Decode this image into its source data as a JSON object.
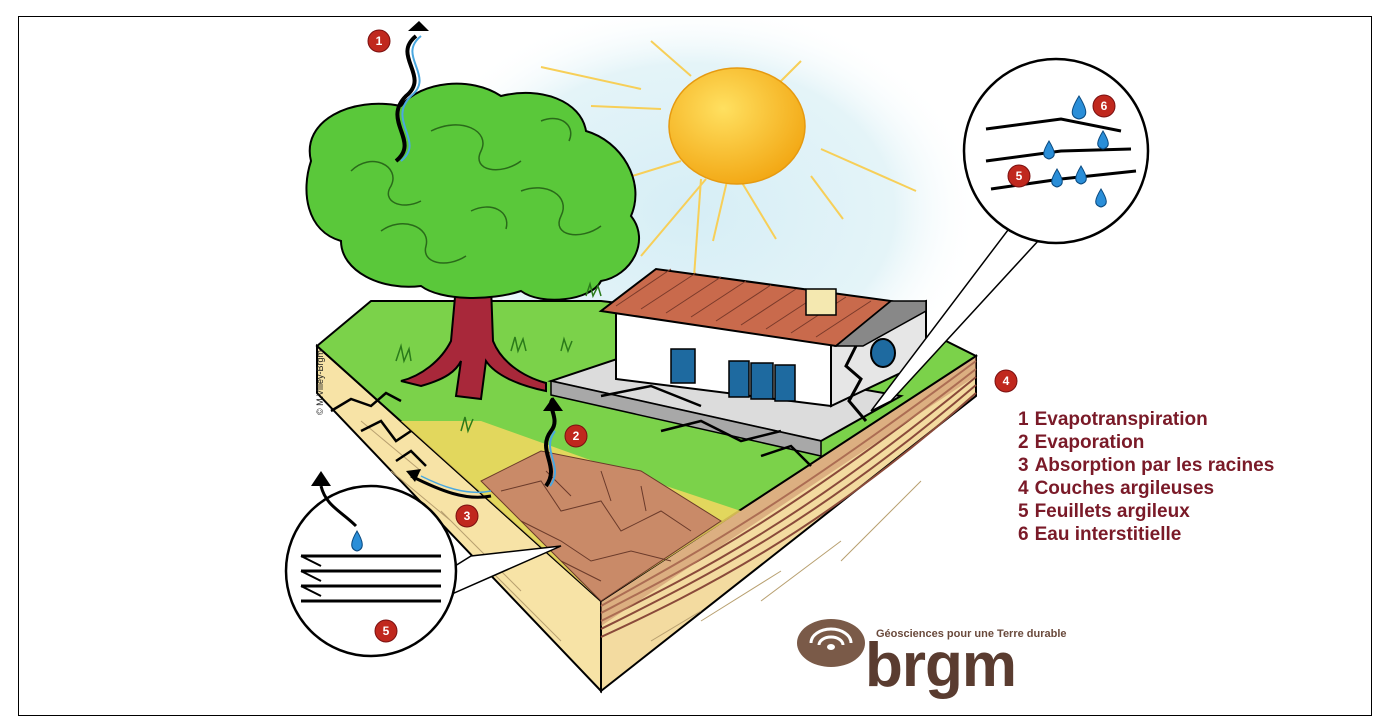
{
  "legend": {
    "items": [
      {
        "num": "1",
        "label": "Evapotranspiration"
      },
      {
        "num": "2",
        "label": "Evaporation"
      },
      {
        "num": "3",
        "label": "Absorption par les racines"
      },
      {
        "num": "4",
        "label": "Couches argileuses"
      },
      {
        "num": "5",
        "label": "Feuillets argileux"
      },
      {
        "num": "6",
        "label": "Eau interstitielle"
      }
    ]
  },
  "markers": {
    "m1": "1",
    "m2": "2",
    "m3": "3",
    "m4": "4",
    "m5_bottom": "5",
    "m5_top": "5",
    "m6": "6"
  },
  "copyright": "© M.Villey-Brgm",
  "logo": {
    "tagline": "Géosciences pour une Terre durable",
    "wordmark": "brgm"
  },
  "colors": {
    "legend_text": "#7a1a28",
    "marker_red": "#c0281e",
    "tree_green": "#5ac83a",
    "trunk": "#a8283a",
    "sun": "#f6b418",
    "roof": "#c96a4c",
    "water": "#2a8ed8"
  }
}
